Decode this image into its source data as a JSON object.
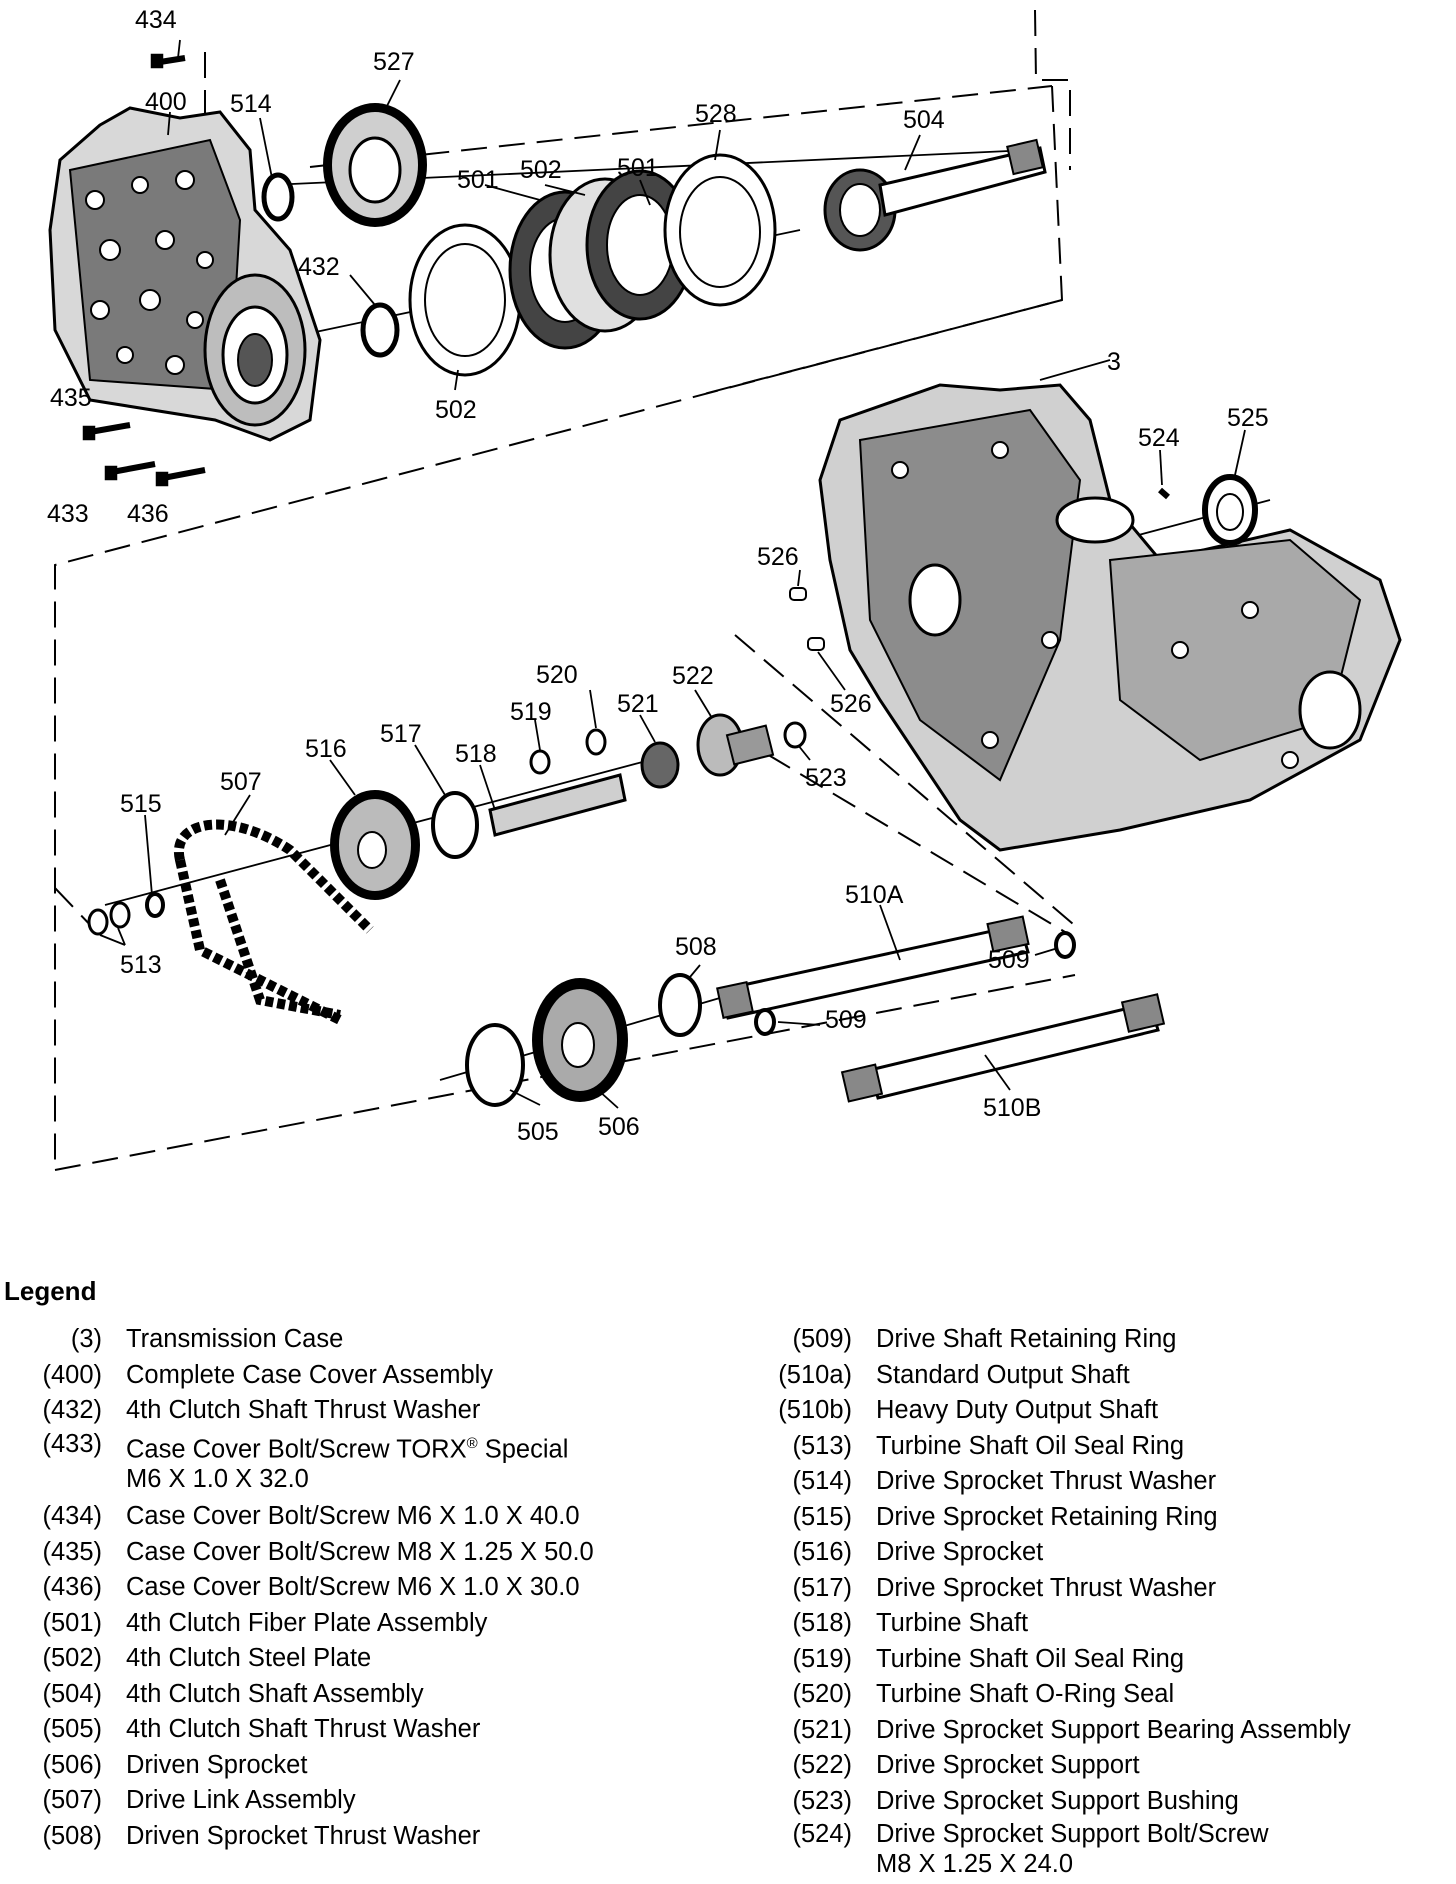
{
  "callouts": {
    "c434": "434",
    "c400": "400",
    "c514": "514",
    "c527": "527",
    "c528": "528",
    "c504": "504",
    "c501a": "501",
    "c502a": "502",
    "c501b": "501",
    "c432": "432",
    "c502b": "502",
    "c435": "435",
    "c433": "433",
    "c436": "436",
    "c3": "3",
    "c524": "524",
    "c525": "525",
    "c526a": "526",
    "c526b": "526",
    "c520": "520",
    "c519": "519",
    "c521": "521",
    "c522": "522",
    "c523": "523",
    "c517": "517",
    "c518": "518",
    "c516": "516",
    "c507": "507",
    "c515": "515",
    "c513": "513",
    "c510A": "510A",
    "c508": "508",
    "c509a": "509",
    "c509b": "509",
    "c505": "505",
    "c506": "506",
    "c510B": "510B"
  },
  "legend": {
    "title": "Legend",
    "left": [
      {
        "num": "(3)",
        "desc": "Transmission Case"
      },
      {
        "num": "(400)",
        "desc": "Complete Case Cover Assembly"
      },
      {
        "num": "(432)",
        "desc": "4th Clutch Shaft Thrust Washer"
      },
      {
        "num": "(433)",
        "desc": "Case Cover Bolt/Screw TORX",
        "sup": "®",
        "desc_after": " Special",
        "line2": "M6 X 1.0 X 32.0"
      },
      {
        "num": "(434)",
        "desc": "Case Cover Bolt/Screw M6 X 1.0 X 40.0"
      },
      {
        "num": "(435)",
        "desc": "Case Cover Bolt/Screw M8 X 1.25 X 50.0"
      },
      {
        "num": "(436)",
        "desc": "Case Cover Bolt/Screw M6 X 1.0 X 30.0"
      },
      {
        "num": "(501)",
        "desc": "4th Clutch Fiber Plate Assembly"
      },
      {
        "num": "(502)",
        "desc": "4th Clutch Steel Plate"
      },
      {
        "num": "(504)",
        "desc": "4th Clutch Shaft Assembly"
      },
      {
        "num": "(505)",
        "desc": "4th Clutch Shaft Thrust Washer"
      },
      {
        "num": "(506)",
        "desc": "Driven Sprocket"
      },
      {
        "num": "(507)",
        "desc": "Drive Link Assembly"
      },
      {
        "num": "(508)",
        "desc": "Driven Sprocket Thrust Washer"
      }
    ],
    "right": [
      {
        "num": "(509)",
        "desc": "Drive Shaft Retaining Ring"
      },
      {
        "num": "(510a)",
        "desc": "Standard Output Shaft"
      },
      {
        "num": "(510b)",
        "desc": "Heavy Duty Output Shaft"
      },
      {
        "num": "(513)",
        "desc": "Turbine Shaft Oil Seal Ring"
      },
      {
        "num": "(514)",
        "desc": "Drive Sprocket Thrust Washer"
      },
      {
        "num": "(515)",
        "desc": "Drive Sprocket Retaining Ring"
      },
      {
        "num": "(516)",
        "desc": "Drive Sprocket"
      },
      {
        "num": "(517)",
        "desc": "Drive Sprocket Thrust Washer"
      },
      {
        "num": "(518)",
        "desc": "Turbine Shaft"
      },
      {
        "num": "(519)",
        "desc": "Turbine Shaft Oil Seal Ring"
      },
      {
        "num": "(520)",
        "desc": "Turbine Shaft O-Ring Seal"
      },
      {
        "num": "(521)",
        "desc": "Drive Sprocket Support Bearing Assembly"
      },
      {
        "num": "(522)",
        "desc": "Drive Sprocket Support"
      },
      {
        "num": "(523)",
        "desc": "Drive Sprocket Support Bushing"
      },
      {
        "num": "(524)",
        "desc": "Drive Sprocket Support Bolt/Screw",
        "line2": "M8 X 1.25 X 24.0"
      }
    ]
  }
}
